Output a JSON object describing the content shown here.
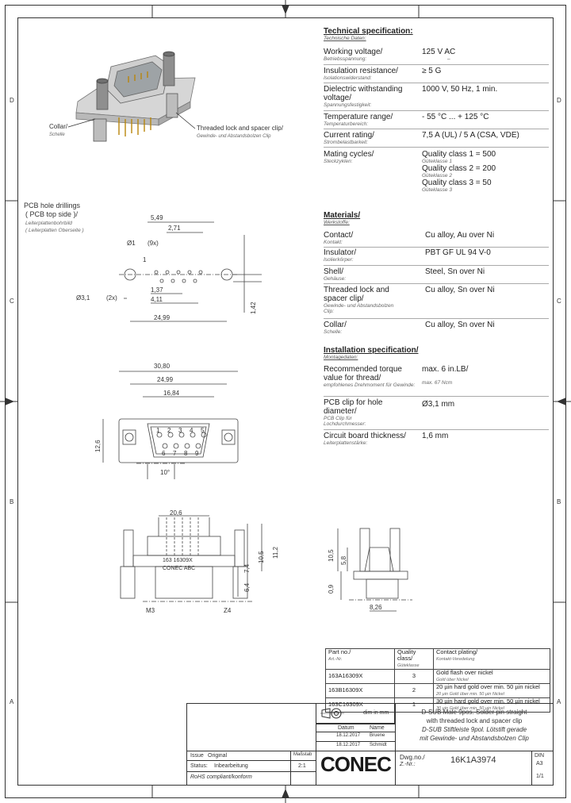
{
  "tech": {
    "title": "Technical specification:",
    "subtitle": "Technische Daten:",
    "rows": [
      {
        "label": "Working voltage/",
        "sub": "Betriebsspannung:",
        "value": "125 V AC",
        "value_sub": "–"
      },
      {
        "label": "Insulation resistance/",
        "sub": "Isolationswiderstand:",
        "value": "≥ 5 G",
        "value_sub": ""
      },
      {
        "label": "Dielectric withstanding voltage/",
        "sub": "Spannungsfestigkeit:",
        "value": "1000 V, 50 Hz, 1 min.",
        "value_sub": ""
      },
      {
        "label": "Temperature range/",
        "sub": "Temperaturbereich:",
        "value": "- 55 °C ... + 125 °C",
        "value_sub": ""
      },
      {
        "label": "Current rating/",
        "sub": "Strombelastbarkeit:",
        "value": "7,5 A (UL) / 5 A (CSA, VDE)",
        "value_sub": ""
      },
      {
        "label": "Mating cycles/",
        "sub": "Steckzyklen:",
        "value": "Quality class 1 = 500",
        "value_sub": "Güteklasse 1"
      }
    ],
    "quality_extra": [
      {
        "value": "Quality class 2 = 200",
        "sub": "Güteklasse 2"
      },
      {
        "value": "Quality class 3 = 50",
        "sub": "Güteklasse 3"
      }
    ]
  },
  "materials": {
    "title": "Materials/",
    "subtitle": "Werkstoffe:",
    "rows": [
      {
        "label": "Contact/",
        "sub": "Kontakt:",
        "value": "Cu alloy, Au over Ni"
      },
      {
        "label": "Insulator/",
        "sub": "Isolierkörper:",
        "value": "PBT GF UL 94 V-0"
      },
      {
        "label": "Shell/",
        "sub": "Gehäuse:",
        "value": "Steel, Sn over Ni"
      },
      {
        "label": "Threaded lock and spacer clip/",
        "sub": "Gewinde- und Abstandsbolzen Clip:",
        "value": "Cu alloy, Sn over Ni"
      },
      {
        "label": "Collar/",
        "sub": "Schelle:",
        "value": "Cu alloy, Sn over Ni"
      }
    ]
  },
  "install": {
    "title": "Installation specification/",
    "subtitle": "Montagedaten:",
    "rows": [
      {
        "label": "Recommended torque value for thread/",
        "sub": "empfohlenes Drehmoment für Gewinde:",
        "value": "max. 6 in.LB/",
        "value_sub": "max. 67 Ncm"
      },
      {
        "label": "PCB clip for hole diameter/",
        "sub": "PCB Clip für Lochdurchmesser:",
        "value": "Ø3,1 mm",
        "value_sub": ""
      },
      {
        "label": "Circuit board thickness/",
        "sub": "Leiterplattenstärke:",
        "value": "1,6 mm",
        "value_sub": ""
      }
    ]
  },
  "drawing": {
    "collar": "Collar/",
    "collar_sub": "Schelle",
    "threaded": "Threaded lock and spacer clip/",
    "threaded_sub": "Gewinde- und Abstandsbolzen Clip",
    "pcb_title": "PCB hole drillings",
    "pcb_title2": "( PCB top side )/",
    "pcb_sub": "Leiterplattenbohrbild",
    "pcb_sub2": "( Leiterplatten Oberseite )",
    "d549": "5,49",
    "d271": "2,71",
    "d1": "Ø1",
    "d9x": "(9x)",
    "d137": "1,37",
    "d411": "4,11",
    "d31": "Ø3,1",
    "d2x": "(2x)",
    "d2499": "24,99",
    "d142": "1,42",
    "d308": "30,80",
    "d2499b": "24,99",
    "d1684": "16,84",
    "d126": "12,6",
    "d10": "10°",
    "d206": "20,6",
    "d105": "10,5",
    "d112": "11,2",
    "d74": "7,4",
    "d64": "6,4",
    "d105b": "10,5",
    "d58": "5,8",
    "d09": "0,9",
    "d826": "8,26",
    "part_label": "163 16309X",
    "conec_label": "CONEC ABC",
    "m3": "M3",
    "z4": "Z4",
    "pin1": "1",
    "pins_top": [
      "1",
      "2",
      "3",
      "4",
      "5"
    ],
    "pins_bottom": [
      "6",
      "7",
      "8",
      "9"
    ]
  },
  "parts": {
    "headers": [
      "Part no./",
      "Quality class/",
      "Contact plating/"
    ],
    "header_subs": [
      "Art.-Nr.",
      "Güteklasse",
      "Kontakt-Veredelung"
    ],
    "rows": [
      {
        "part": "163A16309X",
        "qc": "3",
        "plating": "Gold flash over nickel",
        "plating_sub": "Gold über Nickel"
      },
      {
        "part": "163B16309X",
        "qc": "2",
        "plating": "20 µin hard gold over min. 50 µin nickel",
        "plating_sub": "20 µin Gold über min. 50 µin Nickel"
      },
      {
        "part": "163C16309X",
        "qc": "1",
        "plating": "30 µin hard gold over min. 50 µin nickel",
        "plating_sub": "30 µin Gold über min. 50 µin Nickel"
      }
    ]
  },
  "title_block": {
    "dim_label": "dim in mm",
    "desc1": "D-SUB Male 9pos. Solder pin straight",
    "desc2": "with threaded lock and spacer clip",
    "desc3": "D-SUB Stiftleiste 9pol. Lötstift gerade",
    "desc4": "mit Gewinde- und Abstandsbolzen Clip",
    "date_label": "Datum",
    "name_label": "Name",
    "date1": "18.12.2017",
    "name1": "Bruene",
    "date2": "18.12.2017",
    "name2": "Schmidt",
    "original": "Original",
    "original_label": "Issue",
    "status_label": "Status:",
    "status_value": "Inbearbeitung",
    "rohs": "RoHS compliant/konform",
    "scale_label": "Maßstab",
    "scale": "2:1",
    "logo": "CONEC",
    "dwg_no_label": "Dwg.no./",
    "dwg_no_sub": "Z.-Nr.:",
    "dwg_no": "16K1A3974",
    "din_label": "DIN",
    "size": "A3",
    "sheet": "1/1"
  },
  "grid": {
    "left": [
      "D",
      "C",
      "B",
      "A"
    ],
    "right": [
      "D",
      "C",
      "B",
      "A"
    ]
  }
}
